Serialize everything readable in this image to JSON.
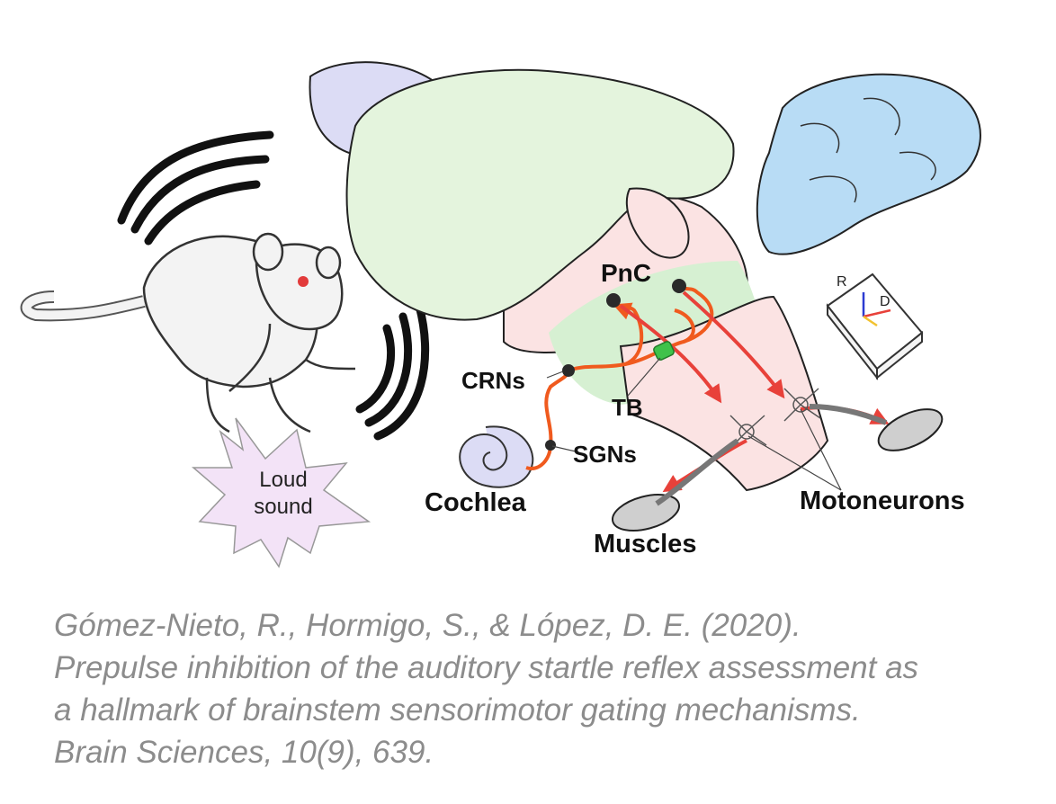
{
  "labels": {
    "pnc": "PnC",
    "crns": "CRNs",
    "tb": "TB",
    "sgns": "SGNs",
    "cochlea": "Cochlea",
    "muscles": "Muscles",
    "motoneurons": "Motoneurons",
    "loud_sound_line1": "Loud",
    "loud_sound_line2": "sound",
    "axis_r": "R",
    "axis_d": "D"
  },
  "citation": {
    "line1": "Gómez-Nieto, R., Hormigo, S., & López, D. E. (2020).",
    "line2": "Prepulse inhibition of the auditory startle reflex assessment as",
    "line3": "a hallmark of brainstem sensorimotor gating mechanisms.",
    "line4": "Brain Sciences, 10(9), 639."
  },
  "colors": {
    "cerebrum": "#e4f4dd",
    "olfactory": "#dcdcf5",
    "brainstem": "#fbe3e3",
    "pathway_zone": "#d6f0d2",
    "cerebellum": "#b8dcf5",
    "sound_burst": "#f3e3f7",
    "rat": "#f3f3f3",
    "neural_path": "#f05a1e",
    "motor_arrow": "#e8413a",
    "citation_text": "#8c8c8c"
  }
}
